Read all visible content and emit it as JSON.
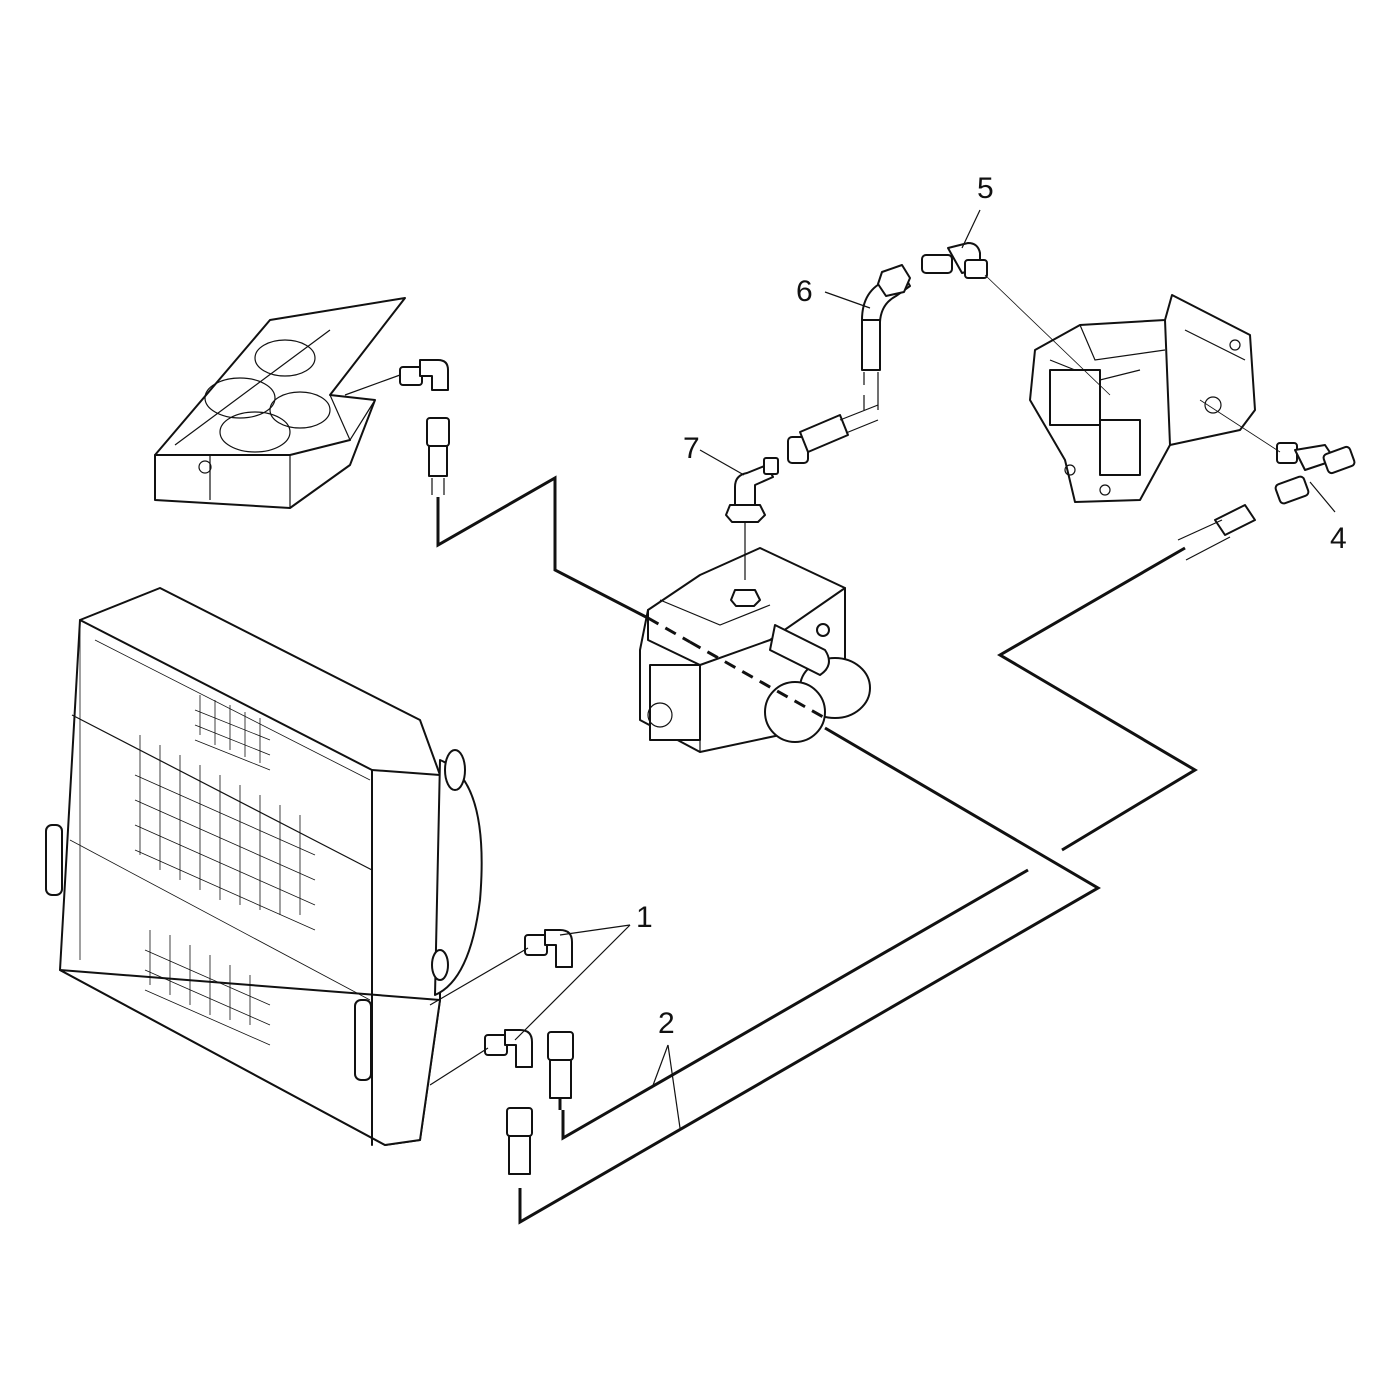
{
  "callouts": [
    {
      "label": "1"
    },
    {
      "label": "2"
    },
    {
      "label": "4"
    },
    {
      "label": "5"
    },
    {
      "label": "6"
    },
    {
      "label": "7"
    }
  ]
}
